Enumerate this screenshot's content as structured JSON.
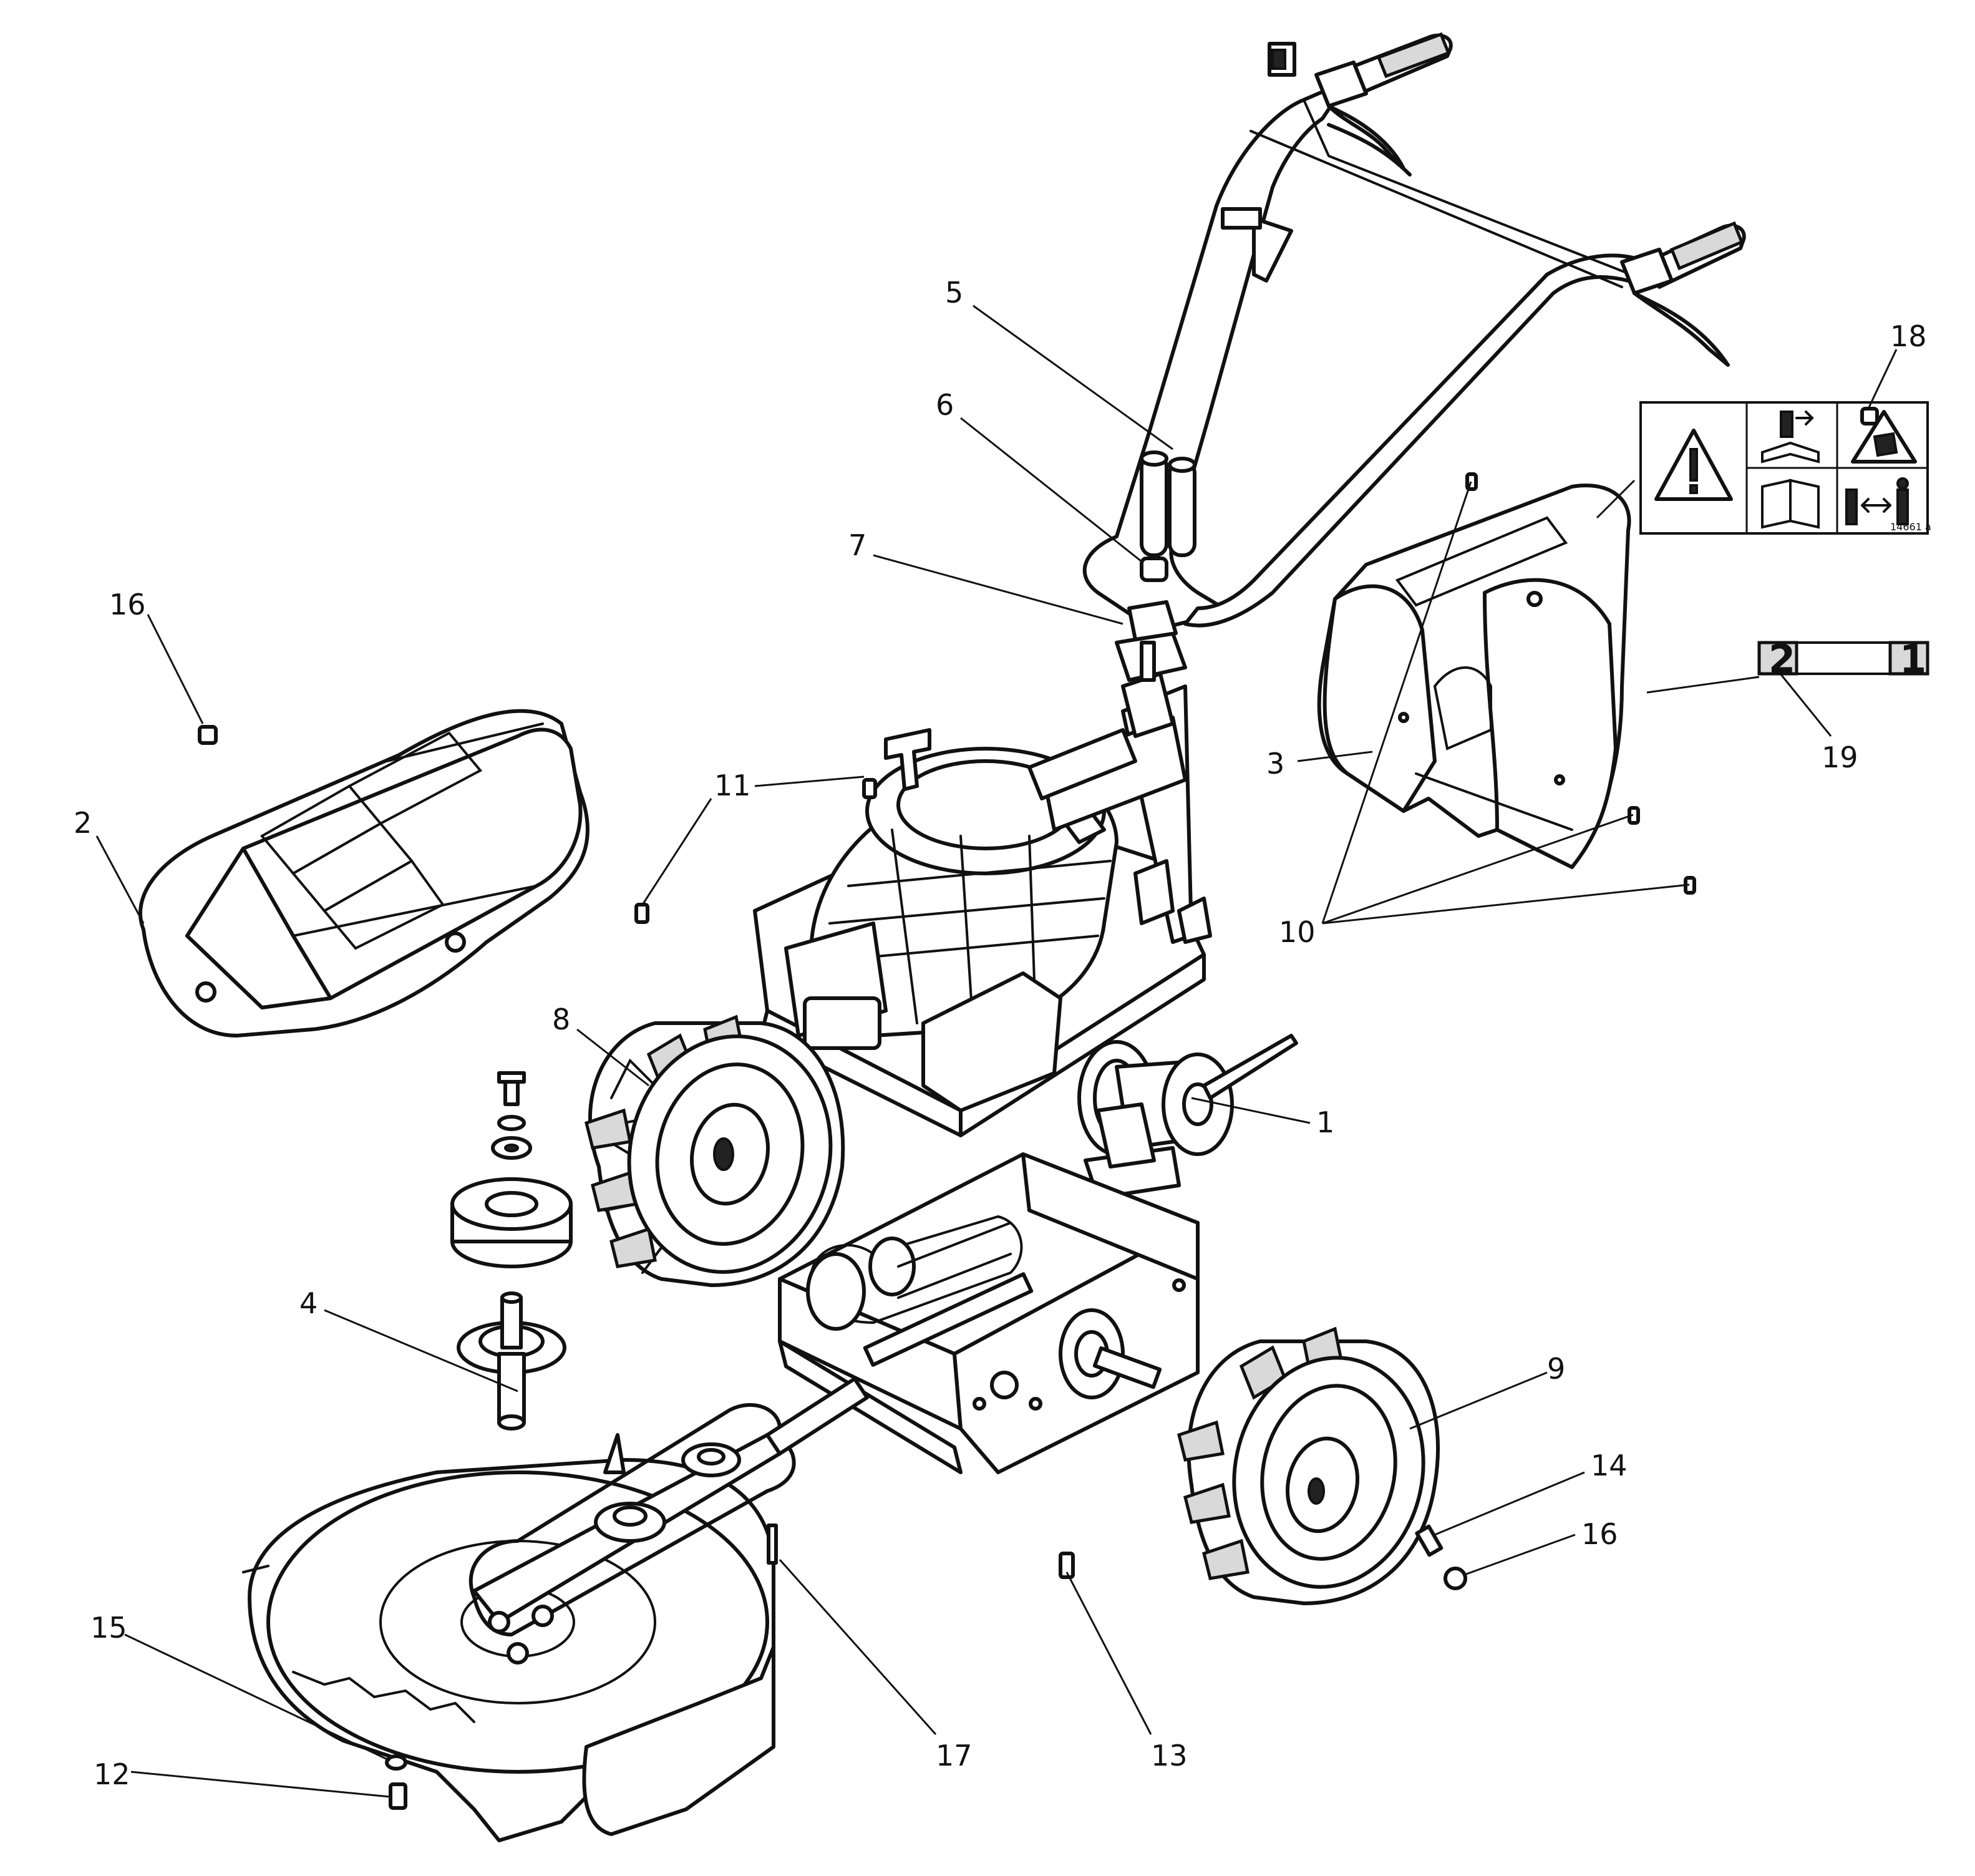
{
  "callouts": [
    {
      "id": "1",
      "label": "1"
    },
    {
      "id": "2",
      "label": "2"
    },
    {
      "id": "3",
      "label": "3"
    },
    {
      "id": "4",
      "label": "4"
    },
    {
      "id": "5",
      "label": "5"
    },
    {
      "id": "6",
      "label": "6"
    },
    {
      "id": "7",
      "label": "7"
    },
    {
      "id": "8",
      "label": "8"
    },
    {
      "id": "9",
      "label": "9"
    },
    {
      "id": "10",
      "label": "10"
    },
    {
      "id": "11",
      "label": "11"
    },
    {
      "id": "12",
      "label": "12"
    },
    {
      "id": "13",
      "label": "13"
    },
    {
      "id": "14",
      "label": "14"
    },
    {
      "id": "15",
      "label": "15"
    },
    {
      "id": "16a",
      "label": "16"
    },
    {
      "id": "16b",
      "label": "16"
    },
    {
      "id": "17",
      "label": "17"
    },
    {
      "id": "18",
      "label": "18"
    },
    {
      "id": "19",
      "label": "19"
    }
  ],
  "warning_sticker": {
    "code": "14661 a"
  },
  "position_sticker": {
    "left": "2",
    "right": "1"
  },
  "icons": [
    "warning-triangle-icon",
    "manual-wrench-icon",
    "hand-hazard-icon",
    "manual-book-icon",
    "safety-distance-icon"
  ]
}
